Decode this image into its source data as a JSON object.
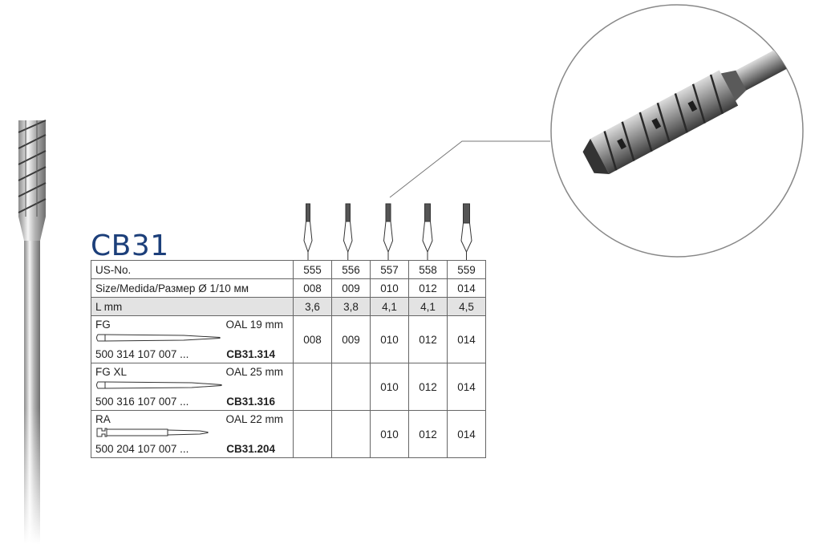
{
  "product": {
    "title": "CB31"
  },
  "table": {
    "header": {
      "label": "US-No.",
      "values": [
        "555",
        "556",
        "557",
        "558",
        "559"
      ]
    },
    "rows": [
      {
        "label": "Size/Medida/Размер Ø 1/10 мм",
        "values": [
          "008",
          "009",
          "010",
          "012",
          "014"
        ]
      },
      {
        "label": "L mm",
        "values": [
          "3,6",
          "3,8",
          "4,1",
          "4,1",
          "4,5"
        ]
      }
    ],
    "variants": [
      {
        "name": "FG",
        "oal": "OAL  19 mm",
        "code": "500 314 107 007 ...",
        "ref": "CB31.314",
        "values": [
          "008",
          "009",
          "010",
          "012",
          "014"
        ]
      },
      {
        "name": "FG XL",
        "oal": "OAL  25 mm",
        "code": "500 316 107 007 ...",
        "ref": "CB31.316",
        "values": [
          "",
          "",
          "010",
          "012",
          "014"
        ]
      },
      {
        "name": "RA",
        "oal": "OAL  22 mm",
        "code": "500 204 107 007 ...",
        "ref": "CB31.204",
        "values": [
          "",
          "",
          "010",
          "012",
          "014"
        ]
      }
    ]
  },
  "colors": {
    "title": "#1c3f7a",
    "shade": "#e3e3e3",
    "border": "#666666"
  }
}
